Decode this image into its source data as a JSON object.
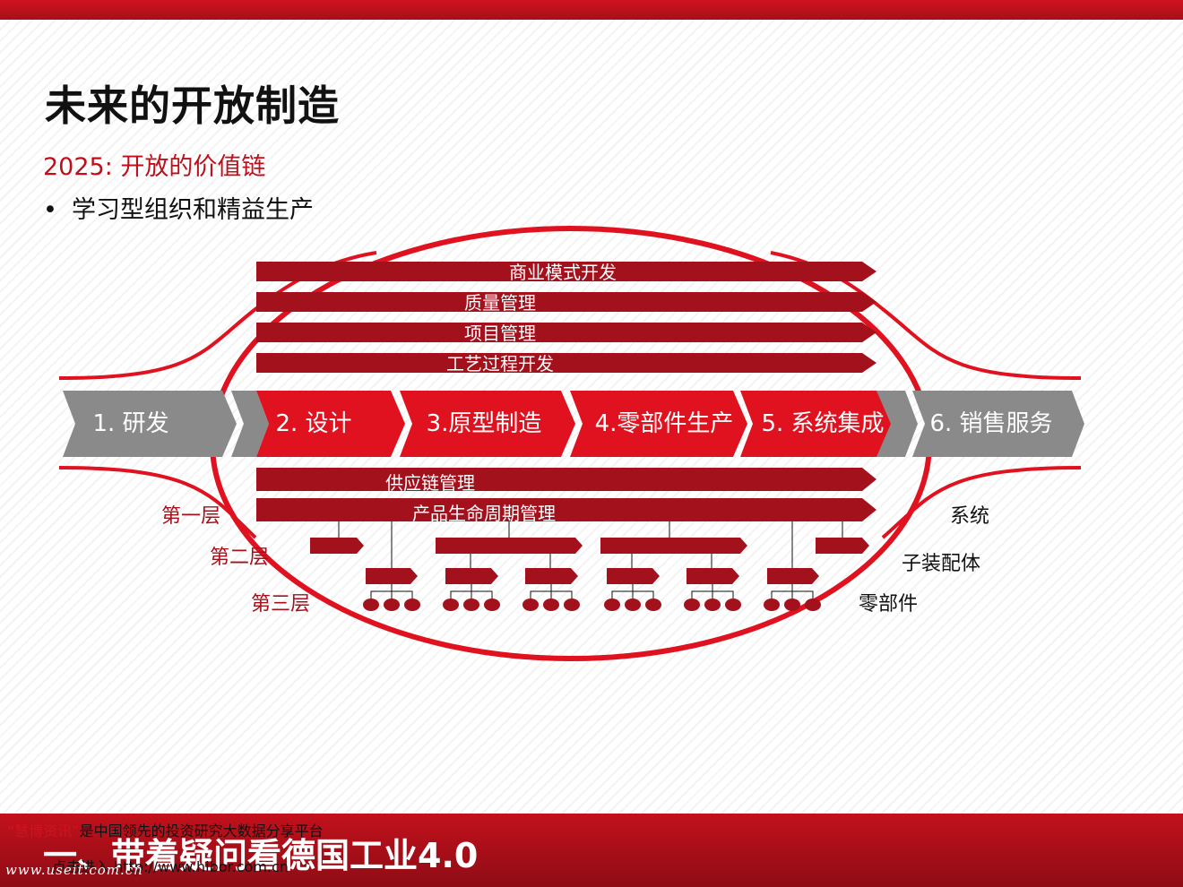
{
  "slide": {
    "title": "未来的开放制造",
    "subtitle": "2025: 开放的价值链",
    "bullet": "学习型组织和精益生产"
  },
  "diagram": {
    "top_bands": [
      "商业模式开发",
      "质量管理",
      "项目管理",
      "工艺过程开发"
    ],
    "chevrons": [
      "1. 研发",
      "2. 设计",
      "3.原型制造",
      "4.零部件生产",
      "5. 系统集成",
      "6. 销售服务"
    ],
    "bottom_bands": [
      "供应链管理",
      "产品生命周期管理"
    ],
    "layers_left": [
      "第一层",
      "第二层",
      "第三层"
    ],
    "layers_right": [
      "系统",
      "子装配体",
      "零部件"
    ]
  },
  "footer": {
    "title": "一、带着疑问看德国工业4.0",
    "watermark_brand": "“慧博资讯”",
    "watermark_text": "是中国领先的投资研究大数据分享平台",
    "watermark_line2": "点击进入",
    "watermark_link": "http://www.hibor.com.cn",
    "site_url": "www.useit.com.cn"
  },
  "colors": {
    "accent_red": "#c00e1b",
    "dark_red": "#a3111c",
    "bright_red": "#e0121f",
    "gray": "#8a8a8a"
  }
}
